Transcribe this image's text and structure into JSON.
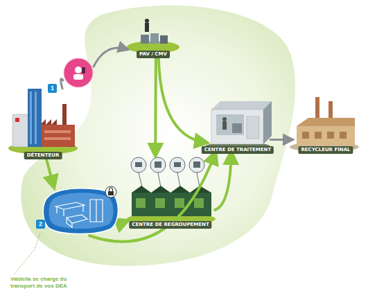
{
  "diagram": {
    "nodes": [
      {
        "text": [
          "DÉTENTEUR"
        ]
      },
      {
        "text": [
          "1"
        ]
      },
      {
        "text": [
          "PAV / CMV"
        ]
      },
      {
        "text": [
          "2"
        ]
      },
      {
        "text": [
          "CENTRE DE REGROUPEMENT"
        ]
      },
      {
        "text": [
          "CENTRE DE TRAITEMENT"
        ]
      },
      {
        "text": [
          "RECYCLEUR FINAL"
        ]
      }
    ],
    "edges": [
      {
        "from": 0,
        "to": 1,
        "arrow": "none"
      },
      {
        "from": 1,
        "to": 2,
        "arrow": "to"
      },
      {
        "from": 0,
        "to": 3,
        "arrow": "to"
      },
      {
        "from": 3,
        "to": 4,
        "arrow": "to"
      },
      {
        "from": 3,
        "to": 5,
        "arrow": "to"
      },
      {
        "from": 2,
        "to": 4,
        "arrow": "to"
      },
      {
        "from": 2,
        "to": 5,
        "arrow": "to"
      },
      {
        "from": 4,
        "to": 5,
        "arrow": "to"
      },
      {
        "from": 5,
        "to": 6,
        "arrow": "to"
      }
    ],
    "labels": [
      "Valdelia se charge du transport de vos DEA"
    ]
  }
}
